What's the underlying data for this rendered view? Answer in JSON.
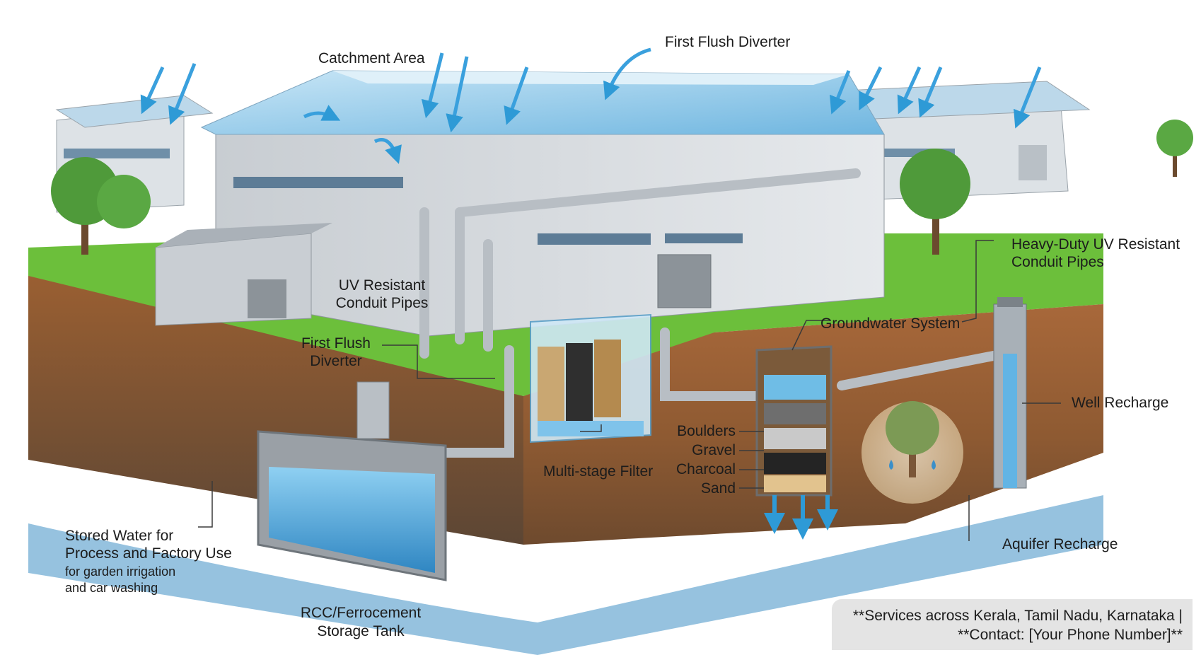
{
  "labels": {
    "catchment_area": "Catchment Area",
    "first_flush_top": "First Flush Diverter",
    "heavy_duty_line1": "Heavy-Duty UV Resistant",
    "heavy_duty_line2": "Conduit Pipes",
    "uv_conduit_line1": "UV Resistant",
    "uv_conduit_line2": "Conduit Pipes",
    "first_flush_line1": "First Flush",
    "first_flush_line2": "Diverter",
    "groundwater_system": "Groundwater System",
    "well_recharge": "Well Recharge",
    "boulders": "Boulders",
    "gravel": "Gravel",
    "charcoal": "Charcoal",
    "sand": "Sand",
    "multi_stage_filter": "Multi-stage Filter",
    "aquifer_recharge": "Aquifer Recharge",
    "stored_water_line1": "Stored Water for",
    "stored_water_line2": "Process and Factory Use",
    "stored_water_line3": "for garden irrigation",
    "stored_water_line4": "and car washing",
    "tank_line1": "RCC/Ferrocement",
    "tank_line2": "Storage Tank"
  },
  "footer": {
    "line1": "**Services across Kerala, Tamil Nadu, Karnataka |",
    "line2": "**Contact: [Your Phone Number]**"
  },
  "colors": {
    "water": "#4aa3d8",
    "grass": "#6cbf3b",
    "soil": "#9a5f32",
    "building": "#d4d9de",
    "pipe": "#c2c7cc"
  }
}
